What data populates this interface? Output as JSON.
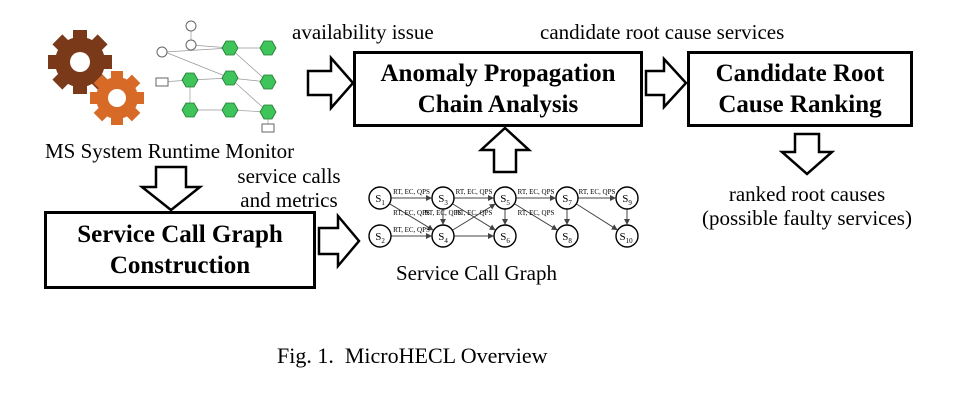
{
  "labels": {
    "availability_issue": "availability issue",
    "candidate_root_cause_services": "candidate root cause services",
    "ms_system_runtime_monitor": "MS System Runtime Monitor",
    "service_calls_and_metrics": "service calls\nand metrics",
    "ranked_root_causes": "ranked root causes\n(possible faulty services)",
    "service_call_graph_title": "Service Call Graph"
  },
  "boxes": {
    "anomaly_propagation": "Anomaly Propagation\nChain Analysis",
    "candidate_ranking": "Candidate Root\nCause Ranking",
    "graph_construction": "Service Call Graph\nConstruction"
  },
  "graph": {
    "nodes": [
      {
        "id": "s1",
        "label": "S",
        "sub": "1"
      },
      {
        "id": "s2",
        "label": "S",
        "sub": "2"
      },
      {
        "id": "s3",
        "label": "S",
        "sub": "3"
      },
      {
        "id": "s4",
        "label": "S",
        "sub": "4"
      },
      {
        "id": "s5",
        "label": "S",
        "sub": "5"
      },
      {
        "id": "s6",
        "label": "S",
        "sub": "6"
      },
      {
        "id": "s7",
        "label": "S",
        "sub": "7"
      },
      {
        "id": "s8",
        "label": "S",
        "sub": "8"
      },
      {
        "id": "s9",
        "label": "S",
        "sub": "9"
      },
      {
        "id": "s10",
        "label": "S",
        "sub": "10"
      }
    ],
    "edges": [
      {
        "from": "s1",
        "to": "s3",
        "label": "RT, EC, QPS"
      },
      {
        "from": "s3",
        "to": "s5",
        "label": "RT, EC, QPS"
      },
      {
        "from": "s5",
        "to": "s7",
        "label": "RT, EC, QPS"
      },
      {
        "from": "s7",
        "to": "s9",
        "label": "RT, EC, QPS"
      },
      {
        "from": "s1",
        "to": "s4",
        "label": "RT, EC, QPS"
      },
      {
        "from": "s2",
        "to": "s4",
        "label": "RT, EC, QPS"
      },
      {
        "from": "s3",
        "to": "s4",
        "label": "RT, EC, QPS"
      },
      {
        "from": "s4",
        "to": "s5",
        "label": "RT, EC, QPS"
      },
      {
        "from": "s4",
        "to": "s6",
        "label": ""
      },
      {
        "from": "s3",
        "to": "s6",
        "label": ""
      },
      {
        "from": "s5",
        "to": "s6",
        "label": ""
      },
      {
        "from": "s5",
        "to": "s8",
        "label": "RT, EC, QPS"
      },
      {
        "from": "s7",
        "to": "s8",
        "label": ""
      },
      {
        "from": "s7",
        "to": "s10",
        "label": ""
      },
      {
        "from": "s9",
        "to": "s10",
        "label": ""
      }
    ]
  },
  "caption": "Fig. 1.  MicroHECL Overview"
}
